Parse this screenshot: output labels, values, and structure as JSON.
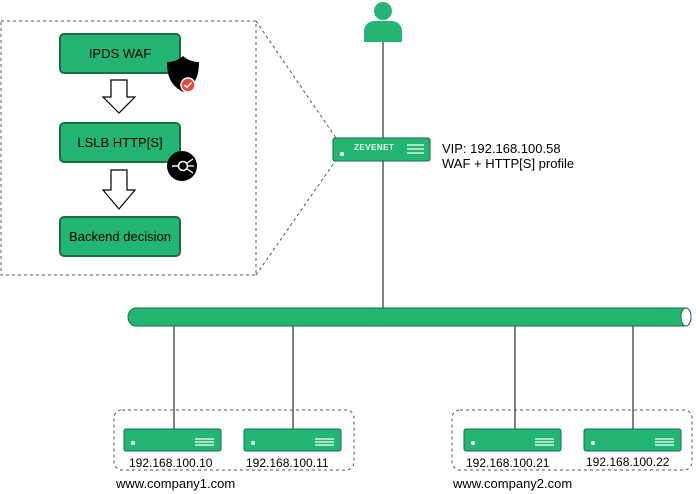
{
  "flow": {
    "steps": [
      "IPDS WAF",
      "LSLB HTTP[S]",
      "Backend decision"
    ]
  },
  "load_balancer": {
    "brand": "ZEVENET",
    "vip": "VIP: 192.168.100.58",
    "profile": "WAF + HTTP[S] profile"
  },
  "groups": [
    {
      "domain": "www.company1.com",
      "servers": [
        "192.168.100.10",
        "192.168.100.11"
      ]
    },
    {
      "domain": "www.company2.com",
      "servers": [
        "192.168.100.21",
        "192.168.100.22"
      ]
    }
  ],
  "icons": [
    "user-icon",
    "shield-check-icon",
    "balance-icon"
  ],
  "colors": {
    "accent": "#22b573",
    "border": "#1b6e44",
    "line": "#555555",
    "dash": "#555555"
  }
}
